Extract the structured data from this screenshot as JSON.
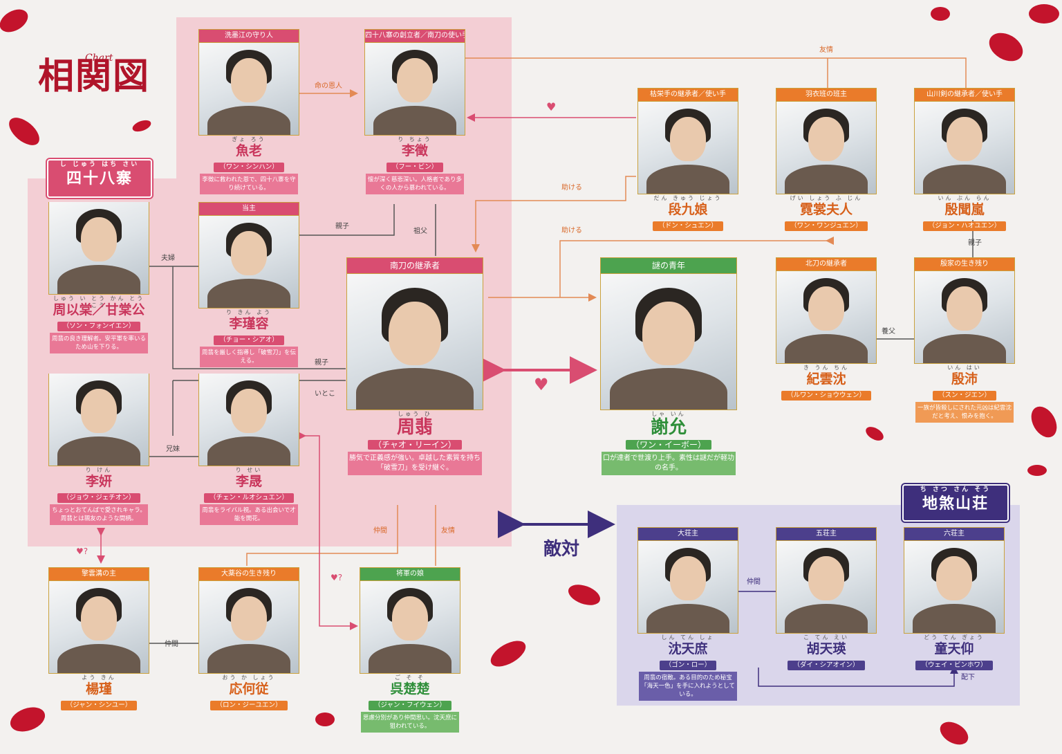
{
  "title": {
    "main": "相関図",
    "sub": "Chart"
  },
  "factions": {
    "shijuhachisai": {
      "ruby": "し じゅう はち さい",
      "label": "四十八寨"
    },
    "shisatsu": {
      "ruby": "ち さつ さん そう",
      "label": "地煞山荘"
    }
  },
  "colors": {
    "pink": "#d94d71",
    "green": "#4da34f",
    "orange": "#ea7b2a",
    "purple": "#3e2f7c",
    "zone_pink": "#f2c8cf",
    "zone_purple": "#d7d3ea"
  },
  "cards": {
    "gyoro": {
      "role": "洗墨江の守り人",
      "furi": "ぎょ ろう",
      "name": "魚老",
      "actor": "（ワン・シンハン）",
      "desc": "李徴に救われた恩で、四十八寨を守り続けている。"
    },
    "richo": {
      "role": "四十八寨の創立者／南刀の使い手",
      "furi": "り ちょう",
      "name": "李徵",
      "actor": "（フー・ビン）",
      "desc": "懐が深く慈悲深い。人格者であり多くの人から慕われている。"
    },
    "kinyo": {
      "role": "当主",
      "furi": "り きん よう",
      "name": "李瑾容",
      "actor": "（チョー・シアオ）",
      "desc": "周翡を厳しく指導し「破雪刀」を伝える。"
    },
    "shuito": {
      "role": "",
      "furi": "しゅう い とう かん とう こう",
      "name": "周以棠／甘棠公",
      "actor": "（ソン・フォンイエン）",
      "desc": "周翡の良き理解者。安平軍を率いるため山を下りる。"
    },
    "shuhi": {
      "role": "南刀の継承者",
      "furi": "しゅう ひ",
      "name": "周翡",
      "actor": "（チャオ・リーイン）",
      "desc": "勝気で正義感が強い。卓越した素質を持ち「破雪刀」を受け継ぐ。"
    },
    "riken": {
      "role": "",
      "furi": "り けん",
      "name": "李妍",
      "actor": "（ジョウ・ジェチオン）",
      "desc": "ちょっとおてんばで愛されキャラ。周翡とは親友のような間柄。"
    },
    "risei": {
      "role": "",
      "furi": "り せい",
      "name": "李晟",
      "actor": "（チェン・ルオシュエン）",
      "desc": "周翡をライバル視。ある出会いで才能を開花。"
    },
    "shain": {
      "role": "謎の青年",
      "furi": "しゃ いん",
      "name": "謝允",
      "actor": "（ワン・イーボー）",
      "desc": "口が達者で世渡り上手。素性は謎だが軽功の名手。"
    },
    "dankyujo": {
      "role": "枯栄手の継承者／使い手",
      "furi": "だん きゅう じょう",
      "name": "段九娘",
      "actor": "（ドン・シュエン）",
      "desc": ""
    },
    "geisho": {
      "role": "羽衣班の班主",
      "furi": "げい しょう ふ じん",
      "name": "霓裳夫人",
      "actor": "（ワン・ワンジュエン）",
      "desc": ""
    },
    "inbunran": {
      "role": "山川剣の継承者／使い手",
      "furi": "いん ぶん らん",
      "name": "殷聞嵐",
      "actor": "（ジョン・ハオユエン）",
      "desc": ""
    },
    "kiunchin": {
      "role": "北刀の継承者",
      "furi": "き うん ちん",
      "name": "紀雲沈",
      "actor": "（ルワン・ショウウェン）",
      "desc": ""
    },
    "inpai": {
      "role": "殷家の生き残り",
      "furi": "いん はい",
      "name": "殷沛",
      "actor": "（スン・ジエン）",
      "desc": "一族が皆殺しにされた元凶は紀雲沈だと考え、恨みを抱く。"
    },
    "yokin": {
      "role": "擎雲溝の主",
      "furi": "よう きん",
      "name": "楊瑾",
      "actor": "（ジャン・シンユー）",
      "desc": ""
    },
    "okasho": {
      "role": "大薬谷の生き残り",
      "furi": "おう か しょう",
      "name": "応何従",
      "actor": "（ロン・ジーユエン）",
      "desc": ""
    },
    "gososo": {
      "role": "将軍の娘",
      "furi": "ご そ そ",
      "name": "呉楚楚",
      "actor": "（ジャン・フイウェン）",
      "desc": "思慮分別があり仲間思い。沈天庶に狙われている。"
    },
    "shintensho": {
      "role": "大荘主",
      "furi": "しん てん しょ",
      "name": "沈天庶",
      "actor": "（ゴン・ロー）",
      "desc": "周翡の宿敵。ある目的のため秘宝「海天一色」を手に入れようとしている。"
    },
    "kotenei": {
      "role": "五荘主",
      "furi": "こ てん えい",
      "name": "胡天瑛",
      "actor": "（ダイ・シアオイン）",
      "desc": ""
    },
    "dotengyo": {
      "role": "六荘主",
      "furi": "どう てん ぎょう",
      "name": "童天仰",
      "actor": "（ウェイ・ビンホワ）",
      "desc": ""
    }
  },
  "relations": {
    "onjin": "命の恩人",
    "yujo1": "友情",
    "tasukeru1": "助ける",
    "tasukeru2": "助ける",
    "oyako1": "親子",
    "sofu": "祖父",
    "fufu": "夫婦",
    "oyako2": "親子",
    "itoko": "いとこ",
    "kyomai": "兄妹",
    "oyako3": "親子",
    "yofu": "養父",
    "nakama1": "仲間",
    "yujo2": "友情",
    "nakama2": "仲間",
    "nakama3": "仲間",
    "haika": "配下",
    "heartq1": "♥?",
    "heartq2": "♥?",
    "enemy": "敵対"
  }
}
